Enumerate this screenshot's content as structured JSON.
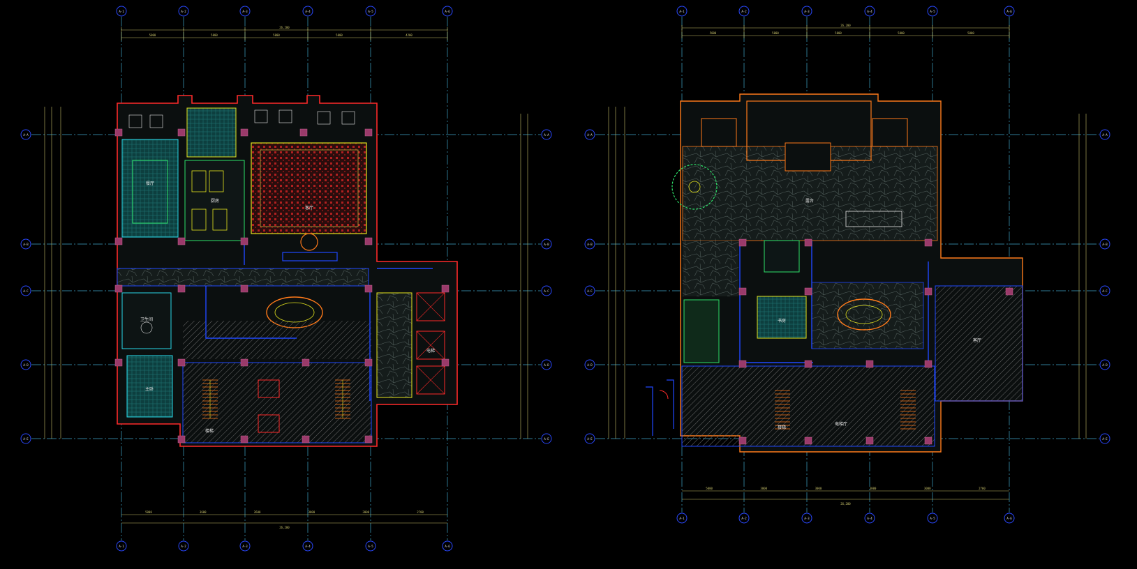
{
  "drawing": {
    "background_color": "#000000",
    "colors": {
      "axis_line": "#3fa7c9",
      "dimension": "#c8c26a",
      "bubble": "#2a48ff",
      "wall_outer": "#ff7a1a",
      "wall_red": "#ff2a2a",
      "wall_blue": "#2048ff",
      "wall_cyan": "#28d8e8",
      "furniture_yellow": "#e6e61e",
      "furniture_green": "#2ee36a",
      "fill_teal": "#0f4f4f",
      "fill_pattern": "#1c2a28",
      "column_fill": "#9a3a6a",
      "hatch": "#707070",
      "text_white": "#e8e8e8"
    },
    "plans": [
      {
        "name": "plan-left",
        "overall_dimension": "26,200",
        "grid_labels_top": [
          "A-1",
          "A-2",
          "A-3",
          "A-4",
          "A-5",
          "A-6"
        ],
        "grid_labels_bottom": [
          "A-1",
          "A-2",
          "A-3",
          "A-4",
          "A-5",
          "A-6"
        ],
        "grid_labels_left": [
          "A-A",
          "A-B",
          "A-C",
          "A-D",
          "A-E"
        ],
        "grid_labels_right": [
          "A-A",
          "A-B",
          "A-C",
          "A-D",
          "A-E"
        ],
        "top_segment_dims": [
          "5000",
          "5000",
          "5000",
          "5000",
          "4200"
        ],
        "bottom_segment_dims": [
          "5000",
          "3600",
          "2600",
          "3000",
          "3000",
          "2700"
        ],
        "room_labels": [
          "餐厅",
          "客厅",
          "厨房",
          "卫生间",
          "主卧",
          "电梯",
          "楼梯"
        ]
      },
      {
        "name": "plan-right",
        "overall_dimension": "26,200",
        "grid_labels_top": [
          "A-1",
          "A-2",
          "A-3",
          "A-4",
          "A-5",
          "A-6"
        ],
        "grid_labels_bottom": [
          "A-1",
          "A-2",
          "A-3",
          "A-4",
          "A-5",
          "A-6"
        ],
        "grid_labels_left": [
          "A-A",
          "A-B",
          "A-C",
          "A-D",
          "A-E"
        ],
        "grid_labels_right": [
          "A-A",
          "A-B",
          "A-C",
          "A-D",
          "A-E"
        ],
        "top_segment_dims": [
          "5000",
          "5000",
          "5000",
          "5000",
          "5000"
        ],
        "bottom_segment_dims": [
          "5000",
          "3000",
          "3000",
          "3000",
          "3000",
          "2700"
        ],
        "room_labels": [
          "露台",
          "客厅",
          "书房",
          "楼梯",
          "电梯厅"
        ]
      }
    ]
  }
}
